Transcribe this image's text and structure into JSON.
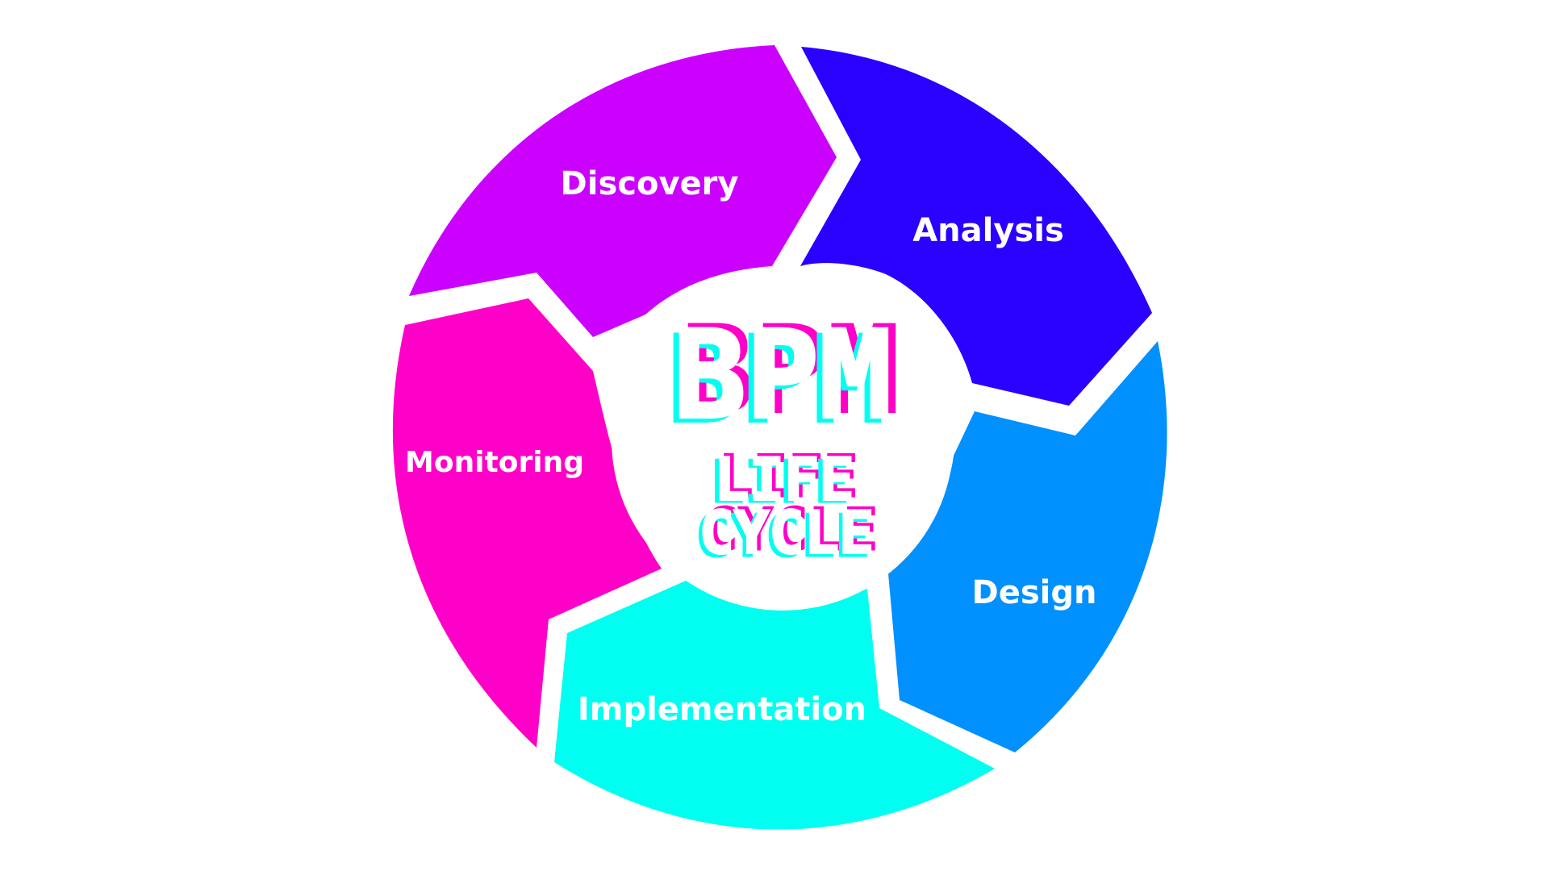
{
  "diagram": {
    "title": {
      "main": "BPM",
      "line1": "LIFE",
      "line2": "CYCLE"
    },
    "stages": [
      {
        "id": "discovery",
        "label": "Discovery",
        "color": "#CC00FF"
      },
      {
        "id": "analysis",
        "label": "Analysis",
        "color": "#2A00FF"
      },
      {
        "id": "design",
        "label": "Design",
        "color": "#0090FF"
      },
      {
        "id": "implementation",
        "label": "Implementation",
        "color": "#00FFF0"
      },
      {
        "id": "monitoring",
        "label": "Monitoring",
        "color": "#FF00C8"
      }
    ],
    "title_colors": {
      "fill": "#ffffff",
      "glitch_magenta": "#FF00C8",
      "glitch_cyan": "#00FFF0"
    }
  }
}
